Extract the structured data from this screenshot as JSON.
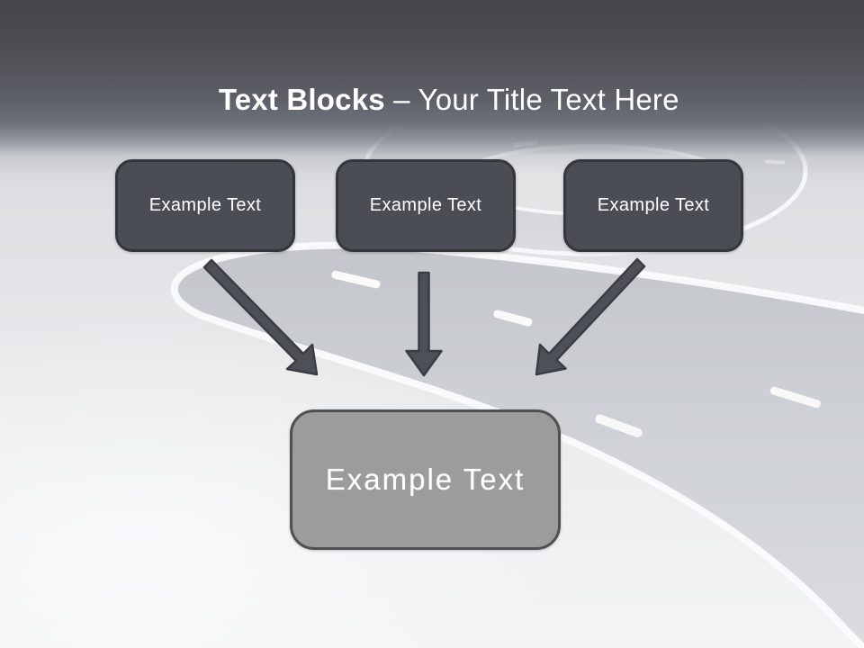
{
  "title": {
    "bold": "Text Blocks",
    "separator": " – ",
    "rest": "Your Title Text Here"
  },
  "blocks": [
    {
      "label": "Example Text"
    },
    {
      "label": "Example Text"
    },
    {
      "label": "Example Text"
    }
  ],
  "result": {
    "label": "Example Text"
  },
  "colors": {
    "header_top": "#45464b",
    "header_mid": "#5e6169",
    "title_text": "#ffffff",
    "block_fill": "#4a4e54",
    "block_border": "#33363b",
    "block_text": "#ffffff",
    "result_fill": "#9c9c9d",
    "result_border": "#4f5053",
    "result_text": "#ffffff",
    "arrow_fill": "#4d5157",
    "arrow_border": "#3a3d42",
    "road_surface": "#c9ccd0",
    "road_edge": "#fafbfc",
    "background_light": "#f3f4f5"
  }
}
